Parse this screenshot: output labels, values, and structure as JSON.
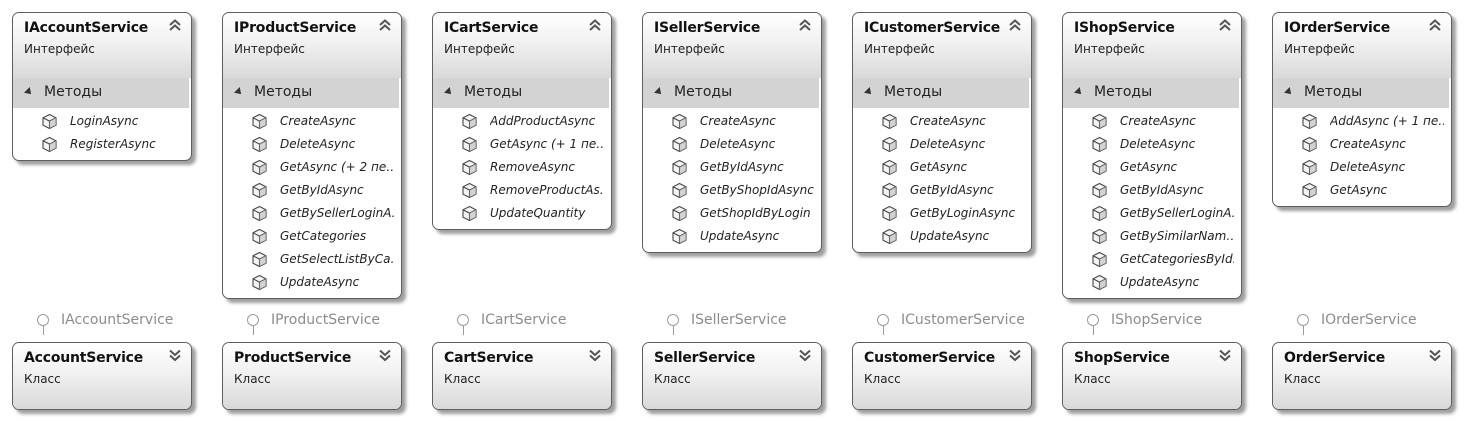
{
  "interfaces": [
    {
      "name": "IAccountService",
      "kind": "Интерфейс",
      "section": "Методы",
      "methods": [
        "LoginAsync",
        "RegisterAsync"
      ]
    },
    {
      "name": "IProductService",
      "kind": "Интерфейс",
      "section": "Методы",
      "methods": [
        "CreateAsync",
        "DeleteAsync",
        "GetAsync (+ 2 пе…",
        "GetByIdAsync",
        "GetBySellerLoginA…",
        "GetCategories",
        "GetSelectListByCa…",
        "UpdateAsync"
      ]
    },
    {
      "name": "ICartService",
      "kind": "Интерфейс",
      "section": "Методы",
      "methods": [
        "AddProductAsync",
        "GetAsync (+ 1 пе…",
        "RemoveAsync",
        "RemoveProductAs…",
        "UpdateQuantity"
      ]
    },
    {
      "name": "ISellerService",
      "kind": "Интерфейс",
      "section": "Методы",
      "methods": [
        "CreateAsync",
        "DeleteAsync",
        "GetByIdAsync",
        "GetByShopIdAsync",
        "GetShopIdByLogin",
        "UpdateAsync"
      ]
    },
    {
      "name": "ICustomerService",
      "kind": "Интерфейс",
      "section": "Методы",
      "methods": [
        "CreateAsync",
        "DeleteAsync",
        "GetAsync",
        "GetByIdAsync",
        "GetByLoginAsync",
        "UpdateAsync"
      ]
    },
    {
      "name": "IShopService",
      "kind": "Интерфейс",
      "section": "Методы",
      "methods": [
        "CreateAsync",
        "DeleteAsync",
        "GetAsync",
        "GetByIdAsync",
        "GetBySellerLoginA…",
        "GetBySimilarNam…",
        "GetCategoriesById…",
        "UpdateAsync"
      ]
    },
    {
      "name": "IOrderService",
      "kind": "Интерфейс",
      "section": "Методы",
      "methods": [
        "AddAsync (+ 1 пе…",
        "CreateAsync",
        "DeleteAsync",
        "GetAsync"
      ]
    }
  ],
  "classes": [
    {
      "name": "AccountService",
      "kind": "Класс",
      "implements": "IAccountService"
    },
    {
      "name": "ProductService",
      "kind": "Класс",
      "implements": "IProductService"
    },
    {
      "name": "CartService",
      "kind": "Класс",
      "implements": "ICartService"
    },
    {
      "name": "SellerService",
      "kind": "Класс",
      "implements": "ISellerService"
    },
    {
      "name": "CustomerService",
      "kind": "Класс",
      "implements": "ICustomerService"
    },
    {
      "name": "ShopService",
      "kind": "Класс",
      "implements": "IShopService"
    },
    {
      "name": "OrderService",
      "kind": "Класс",
      "implements": "IOrderService"
    }
  ],
  "icons": {
    "method": "method-cube-icon",
    "collapse": "double-chevron-up-icon",
    "expand": "double-chevron-down-icon",
    "section_toggle": "triangle-expanded-icon",
    "interface_lollipop": "interface-lollipop-icon"
  },
  "colors": {
    "border": "#5e5e5e",
    "section": "#d3d3d3",
    "lollipop": "#9b9b9b"
  }
}
